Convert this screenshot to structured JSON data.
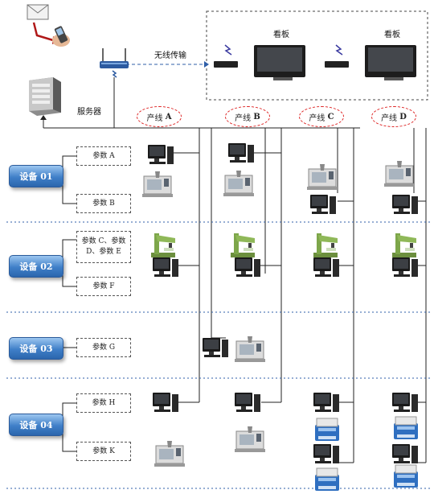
{
  "header": {
    "wireless_label": "无线传输",
    "server_label": "服务器",
    "board_labels": [
      "看板",
      "看板"
    ]
  },
  "production_lines": [
    {
      "prefix": "产线",
      "letter": "A"
    },
    {
      "prefix": "产线",
      "letter": "B"
    },
    {
      "prefix": "产线",
      "letter": "C"
    },
    {
      "prefix": "产线",
      "letter": "D"
    }
  ],
  "devices": [
    {
      "label": "设备 01",
      "params": [
        "参数 A",
        "参数 B"
      ]
    },
    {
      "label": "设备 02",
      "params": [
        "参数 C、参数 D、参数 E",
        "参数 F"
      ]
    },
    {
      "label": "设备 03",
      "params": [
        "参数 G"
      ]
    },
    {
      "label": "设备 04",
      "params": [
        "参数 H",
        "参数 K"
      ]
    }
  ],
  "colors": {
    "device_button": "#3f7fc8",
    "divider": "#2f5fa8",
    "line_ellipse": "#d22222",
    "wireless_arrow": "#2f5fa8"
  },
  "icons": [
    "email-icon",
    "phone-icon",
    "router-icon",
    "server-icon",
    "monitor-icon",
    "set-top-box-icon",
    "computer-icon",
    "cnc-machine-icon",
    "drill-press-icon",
    "printer-icon"
  ]
}
